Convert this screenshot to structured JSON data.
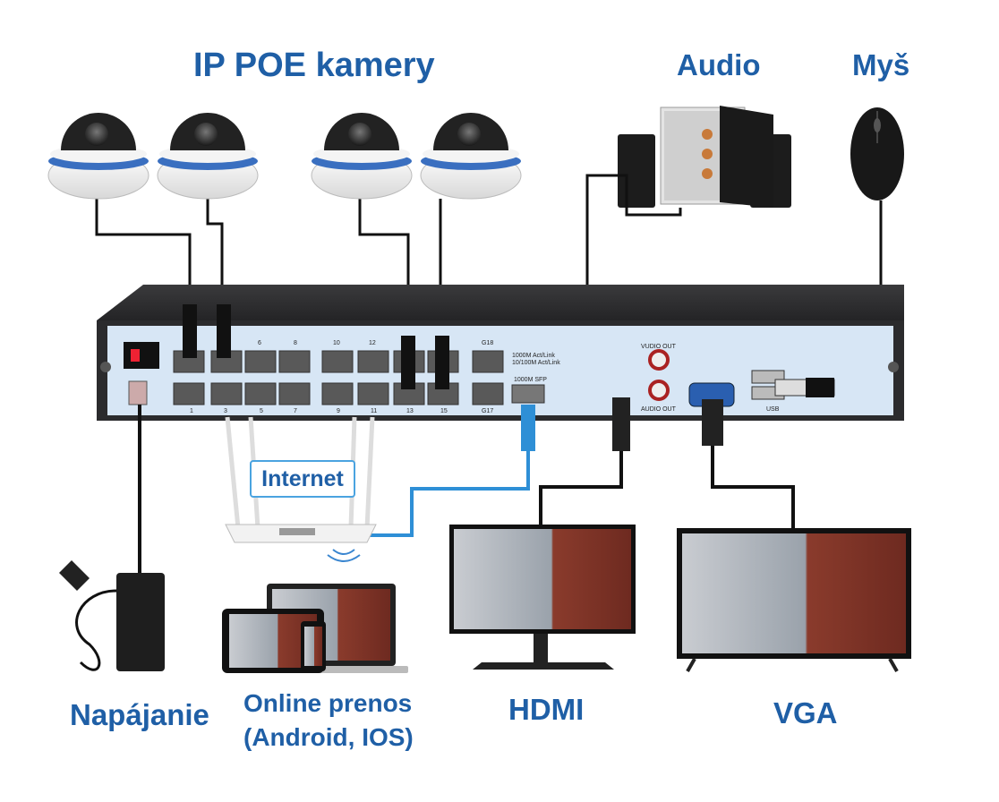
{
  "title": "IP POE kamery",
  "labels": {
    "audio": "Audio",
    "mouse": "Myš",
    "internet": "Internet",
    "power": "Napájanie",
    "online_line1": "Online prenos",
    "online_line2": "(Android, IOS)",
    "hdmi": "HDMI",
    "vga": "VGA"
  },
  "panel": {
    "port_numbers_top": [
      "6",
      "8",
      "10",
      "12",
      "G18"
    ],
    "port_numbers_bottom": [
      "1",
      "3",
      "5",
      "7",
      "9",
      "11",
      "13",
      "15",
      "G17"
    ],
    "led_legend_1": "1000M Act/Link",
    "led_legend_2": "10/100M Act/Link",
    "sfp_label": "1000M SFP",
    "audio_out_top": "VUDIO OUT",
    "audio_out_bottom": "AUDIO OUT",
    "usb_label": "USB"
  },
  "colors": {
    "label_blue": "#1f5fa6",
    "panel_blue": "#d7e6f5",
    "cable_blue": "#2e8fd6",
    "nvr_body": "#2b2b2d",
    "cable_black": "#111111"
  }
}
